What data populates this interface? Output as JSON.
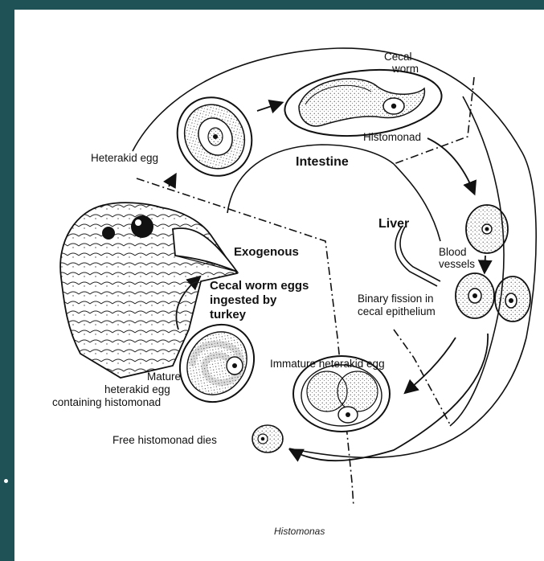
{
  "diagram": {
    "labels": {
      "cecal_worm_1": "Cecal",
      "cecal_worm_2": "worm",
      "histomonad": "Histomonad",
      "heterakid_egg": "Heterakid egg",
      "intestine": "Intestine",
      "liver": "Liver",
      "exogenous": "Exogenous",
      "blood_vessels_1": "Blood",
      "blood_vessels_2": "vessels",
      "ingested_1": "Cecal worm eggs",
      "ingested_2": "ingested by",
      "ingested_3": "turkey",
      "binary_fission_1": "Binary fission in",
      "binary_fission_2": "cecal epithelium",
      "immature_egg": "Immature heterakid egg",
      "mature_egg_1": "Mature",
      "mature_egg_2": "heterakid egg",
      "mature_egg_3": "containing histomonad",
      "free_histomonad": "Free histomonad dies"
    },
    "caption": "Histomonas"
  },
  "colors": {
    "slide_background": "#1f5257",
    "card": "#ffffff",
    "ink": "#111111"
  }
}
